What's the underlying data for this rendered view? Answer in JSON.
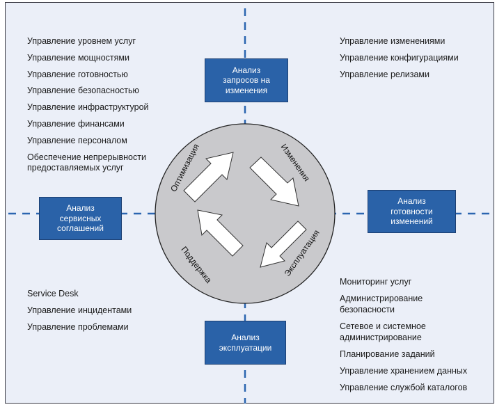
{
  "top_left_list": [
    "Управление уровнем услуг",
    "Управление мощностями",
    "Управление готовностью",
    "Управление безопасностью",
    "Управление инфраструктурой",
    "Управление финансами",
    " Управление персоналом",
    "Обеспечение непрерывности\nпредоставляемых услуг"
  ],
  "top_right_list": [
    "Управление изменениями",
    "Управление конфигурациями",
    "Управление релизами"
  ],
  "bottom_left_list": [
    "Service Desk",
    "Управление инцидентами",
    "Управление проблемами"
  ],
  "bottom_right_list": [
    "Мониторинг услуг",
    "Администрирование\nбезопасности",
    "Сетевое и системное\nадминистрирование",
    "Планирование заданий",
    "Управление хранением данных",
    "Управление службой каталогов"
  ],
  "boxes": {
    "top": "Анализ\nзапросов на\nизменения",
    "left": "Анализ\nсервисных\nсоглашений",
    "right": "Анализ\nготовности\nизменений",
    "bottom": "Анализ\nэксплуатации"
  },
  "circle_labels": {
    "optimization": "Оптимизация",
    "changes": "Изменения",
    "operation": "Эксплуатация",
    "support": "Поддержка"
  },
  "colors": {
    "frame_bg": "#ebeff8",
    "box_fill": "#2a62a8",
    "dashed_line": "#2b65b0",
    "circle_fill": "#c9c9cc"
  }
}
